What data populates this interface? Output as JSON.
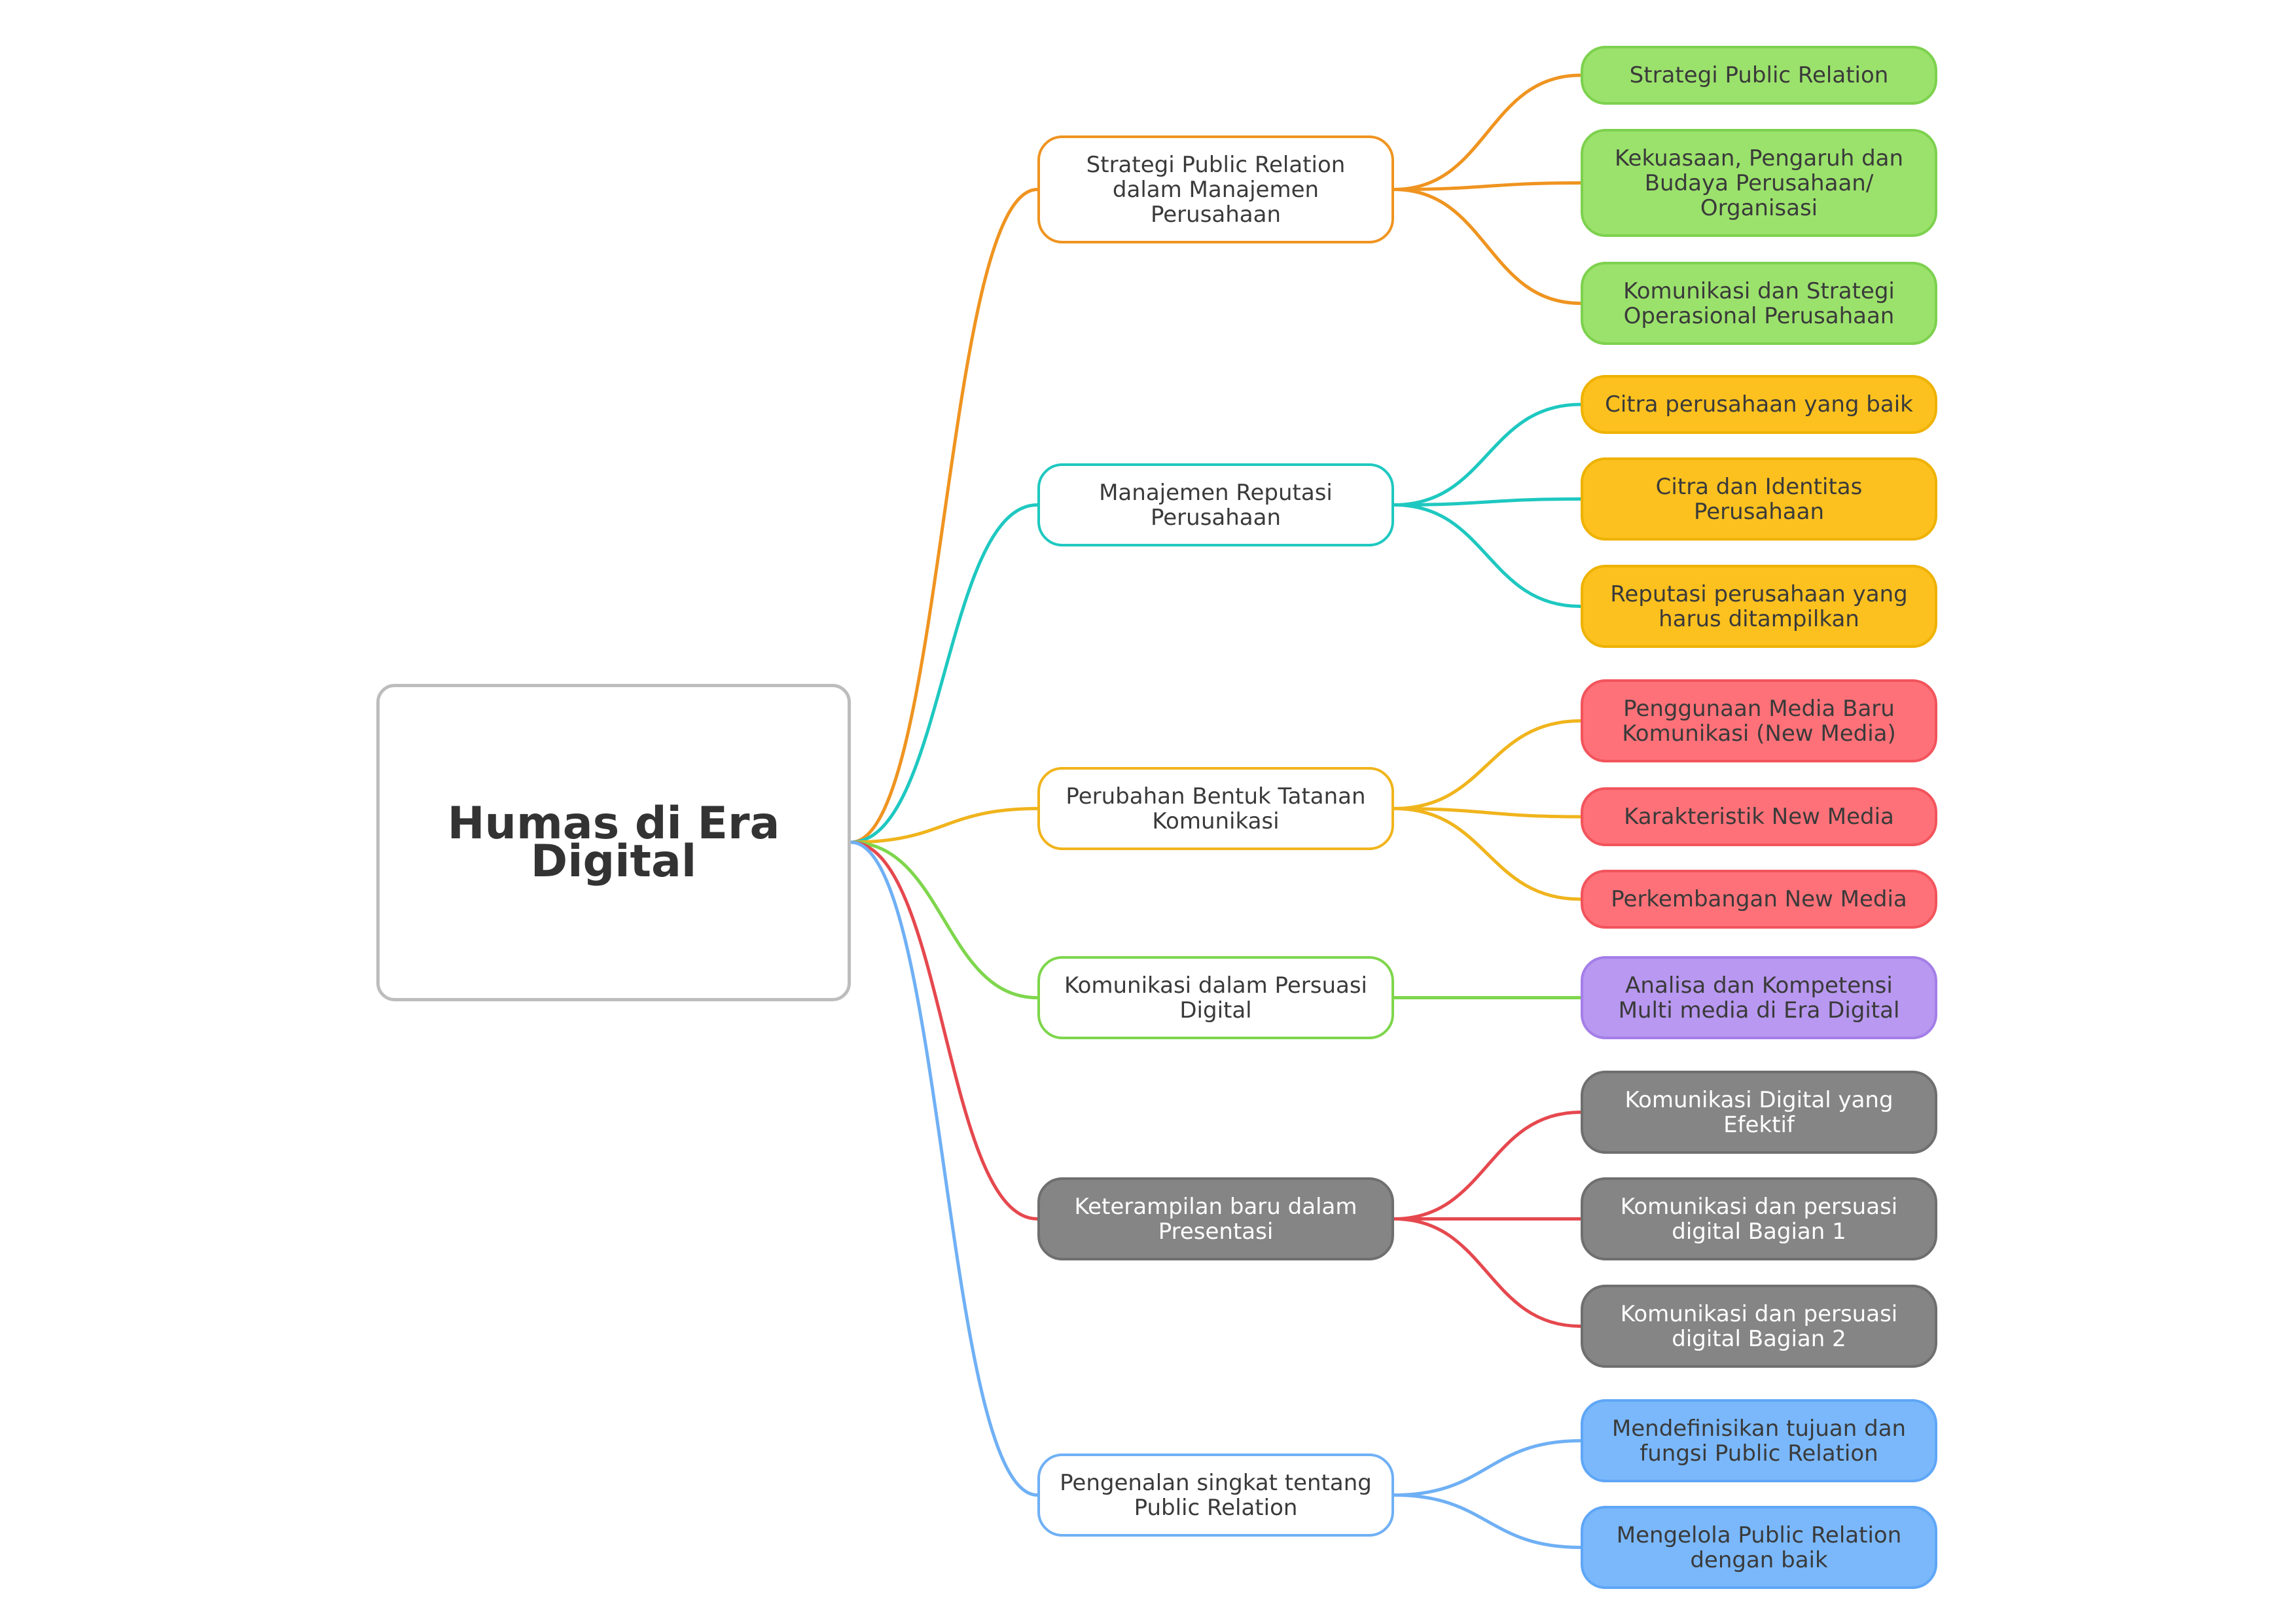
{
  "root": {
    "label": "Humas di Era Digital"
  },
  "branches": [
    {
      "label": "Strategi Public Relation dalam Manajemen Perusahaan",
      "line_color": "#ef9420",
      "border_color": "#ef9420",
      "fill": "#ffffff",
      "text_color": "#3a3a3a",
      "leaves": [
        {
          "label": "Strategi Public Relation"
        },
        {
          "label": "Kekuasaan, Pengaruh dan Budaya Perusahaan/ Organisasi"
        },
        {
          "label": "Komunikasi dan Strategi Operasional Perusahaan"
        }
      ],
      "leaf_fill": "#9be26c",
      "leaf_border": "#7dd14e",
      "leaf_text": "#3a3a3a"
    },
    {
      "label": "Manajemen Reputasi Perusahaan",
      "line_color": "#1ec8c0",
      "border_color": "#1ec8c0",
      "fill": "#ffffff",
      "text_color": "#3a3a3a",
      "leaves": [
        {
          "label": "Citra perusahaan yang baik"
        },
        {
          "label": "Citra dan Identitas Perusahaan"
        },
        {
          "label": "Reputasi perusahaan yang harus ditampilkan"
        }
      ],
      "leaf_fill": "#fcc11f",
      "leaf_border": "#eeb200",
      "leaf_text": "#3a3a3a"
    },
    {
      "label": "Perubahan Bentuk Tatanan Komunikasi",
      "line_color": "#f0b41c",
      "border_color": "#f0b41c",
      "fill": "#ffffff",
      "text_color": "#3a3a3a",
      "leaves": [
        {
          "label": "Penggunaan Media Baru Komunikasi (New Media)"
        },
        {
          "label": "Karakteristik New Media"
        },
        {
          "label": "Perkembangan New Media"
        }
      ],
      "leaf_fill": "#ff7178",
      "leaf_border": "#f2545c",
      "leaf_text": "#3a3a3a"
    },
    {
      "label": "Komunikasi dalam Persuasi Digital",
      "line_color": "#7ed64c",
      "border_color": "#7ed64c",
      "fill": "#ffffff",
      "text_color": "#3a3a3a",
      "leaves": [
        {
          "label": "Analisa dan Kompetensi Multi media di Era Digital"
        }
      ],
      "leaf_fill": "#b898f0",
      "leaf_border": "#a47ee8",
      "leaf_text": "#3a3a3a"
    },
    {
      "label": "Keterampilan baru dalam Presentasi",
      "line_color": "#e5484e",
      "border_color": "#6f6f6f",
      "fill": "#858585",
      "text_color": "#ffffff",
      "leaves": [
        {
          "label": "Komunikasi Digital yang Efektif"
        },
        {
          "label": "Komunikasi dan persuasi digital Bagian 1"
        },
        {
          "label": "Komunikasi dan persuasi digital Bagian 2"
        }
      ],
      "leaf_fill": "#858585",
      "leaf_border": "#6f6f6f",
      "leaf_text": "#ffffff"
    },
    {
      "label": "Pengenalan singkat tentang Public Relation",
      "line_color": "#6fb0f5",
      "border_color": "#6fb0f5",
      "fill": "#ffffff",
      "text_color": "#3a3a3a",
      "leaves": [
        {
          "label": "Mendefinisikan tujuan dan fungsi Public Relation"
        },
        {
          "label": "Mengelola Public Relation dengan baik"
        }
      ],
      "leaf_fill": "#7ab8fb",
      "leaf_border": "#5fa6f6",
      "leaf_text": "#3a3a3a"
    }
  ],
  "root_border_color": "#bdbdbd"
}
